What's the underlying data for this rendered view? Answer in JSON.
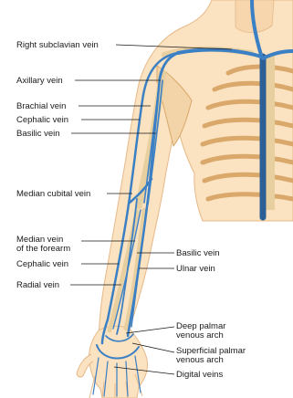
{
  "labels": {
    "right_subclavian_vein": "Right subclavian vein",
    "axillary_vein": "Axillary vein",
    "brachial_vein": "Brachial vein",
    "cephalic_vein_upper": "Cephalic vein",
    "basilic_vein_upper": "Basilic vein",
    "median_cubital_vein": "Median cubital vein",
    "median_vein_forearm_line1": "Median vein",
    "median_vein_forearm_line2": "of the forearm",
    "cephalic_vein_lower": "Cephalic vein",
    "radial_vein": "Radial vein",
    "basilic_vein_lower": "Basilic vein",
    "ulnar_vein": "Ulnar vein",
    "deep_palmar_arch_line1": "Deep palmar",
    "deep_palmar_arch_line2": "venous arch",
    "superficial_palmar_arch_line1": "Superficial palmar",
    "superficial_palmar_arch_line2": "venous arch",
    "digital_veins": "Digital veins"
  },
  "colors": {
    "skin": "#fbe2c0",
    "skin_outline": "#e6b98a",
    "vein": "#3b7fc4",
    "vein_dark": "#2c5f95",
    "rib": "#d9a86a",
    "leader": "#1a1a1a"
  }
}
